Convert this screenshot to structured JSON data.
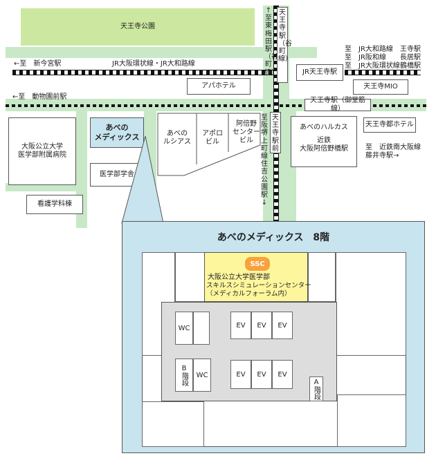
{
  "park": "天王寺公園",
  "labels": {
    "to_shinimamiya": "←至　新今宮駅",
    "jr_line": "JR大阪環状線・JR大和路線",
    "apa_hotel": "アパホテル",
    "to_dobutsuen": "←至　動物園前駅",
    "jr_tennoji": "JR天王寺駅",
    "tennoji_mio": "天王寺MIO",
    "tennoji_midosuji": "天王寺駅（御堂筋線）",
    "to_jr_lines": [
      "至　JR大和路線",
      "至　JR阪和線",
      "至　JR大阪環状線"
    ],
    "stations_right": [
      "王寺駅",
      "長居駅",
      "鶴橋駅"
    ],
    "tennoji_miyako_hotel": "天王寺都ホテル",
    "kintetsu": "近鉄\n大阪阿倍野橋駅",
    "harukas": "あべのハルカス",
    "to_kintetsu_fujiidera": "至　近鉄南大阪線\n藤井寺駅→",
    "hospital": "大阪公立大学\n医学部附属病院",
    "abeno_medix": "あべの\nメディックス",
    "medical_school": "医学部学舎",
    "nursing": "看護学科棟",
    "abeno_lucias": "あべの\nルシアス",
    "apollo": "アポロ\nビル",
    "abenocenter": "阿倍野\nセンター\nビル",
    "v_umeda": "↑至　東梅田駅（谷町線）",
    "v_tennoji_tanimachi": "天王寺駅（谷町線）",
    "v_tennojiekimae": "天王寺駅前",
    "v_hankai": "至　阪堺上町線　住吉公園駅↓"
  },
  "floor": {
    "title": "あべのメディックス　8階",
    "ssc_logo": "SSC",
    "center_line1": "大阪公立大学医学部",
    "center_line2": "スキルスシミュレーションセンター",
    "center_line3": "（メディカルフォーラム内）",
    "wc": "WC",
    "ev": "EV",
    "b_stairs": "B階段",
    "a_stairs": "A階段"
  }
}
